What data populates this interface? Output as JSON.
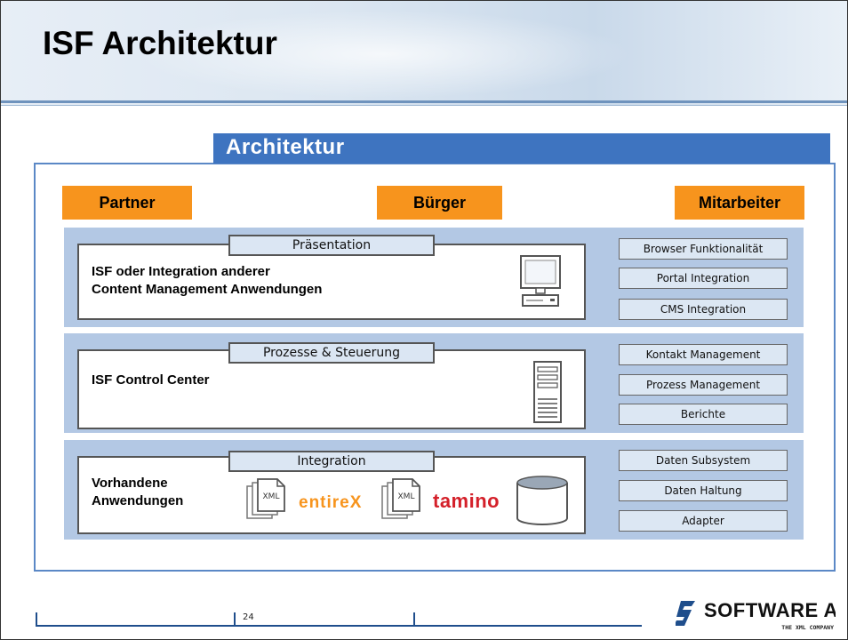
{
  "title": "ISF Architektur",
  "section_tab": "Architektur",
  "actors": [
    "Partner",
    "Bürger",
    "Mitarbeiter"
  ],
  "layers": [
    {
      "tab": "Präsentation",
      "text_lines": [
        "ISF oder Integration anderer",
        "Content Management Anwendungen"
      ],
      "icon": "computer-monitor-icon",
      "features": [
        "Browser Funktionalität",
        "Portal Integration",
        "CMS Integration"
      ]
    },
    {
      "tab": "Prozesse & Steuerung",
      "text_lines": [
        "ISF Control Center"
      ],
      "icon": "server-tower-icon",
      "features": [
        "Kontakt Management",
        "Prozess Management",
        "Berichte"
      ]
    },
    {
      "tab": "Integration",
      "text_lines": [
        "Vorhandene",
        "Anwendungen"
      ],
      "icon": "database-icon",
      "product_logos": [
        "XML",
        "entireX",
        "XML",
        "tamino"
      ],
      "features": [
        "Daten Subsystem",
        "Daten Haltung",
        "Adapter"
      ]
    }
  ],
  "footer": {
    "page_number": "24",
    "company_logo": "SOFTWARE AG",
    "company_tagline": "THE XML COMPANY"
  },
  "colors": {
    "actor_orange": "#f7941d",
    "tab_blue": "#3e74c0",
    "band_blue": "#b3c8e4",
    "frame_blue": "#5b88c6",
    "entirex_orange": "#f7941d",
    "tamino_red": "#d4202a"
  }
}
